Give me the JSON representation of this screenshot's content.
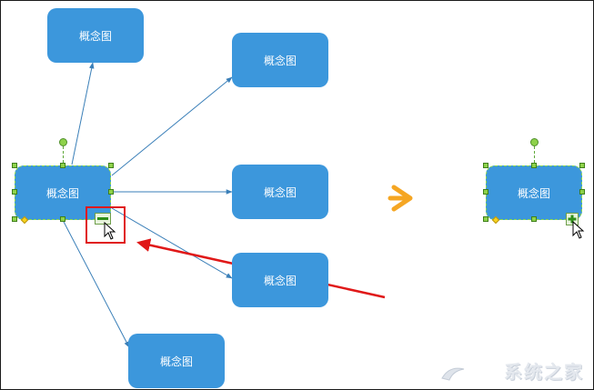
{
  "canvas": {
    "node_label": "概念图",
    "nodes": [
      {
        "id": "top",
        "label": "概念图"
      },
      {
        "id": "top-right",
        "label": "概念图"
      },
      {
        "id": "center",
        "label": "概念图"
      },
      {
        "id": "middle-right",
        "label": "概念图"
      },
      {
        "id": "lower-right",
        "label": "概念图"
      },
      {
        "id": "bottom",
        "label": "概念图"
      },
      {
        "id": "result",
        "label": "概念图"
      }
    ]
  },
  "colors": {
    "node_fill": "#3c97dc",
    "connector": "#3a7fb8",
    "selection_handle": "#8ed24a",
    "highlight": "#e01818",
    "transition_arrow": "#f5a623"
  },
  "icons": {
    "minus_badge": "minus-icon",
    "plus_badge": "plus-icon",
    "cursor": "mouse-pointer-icon",
    "transition": "chevron-right-icon"
  },
  "watermark": {
    "text": "系统之家"
  }
}
